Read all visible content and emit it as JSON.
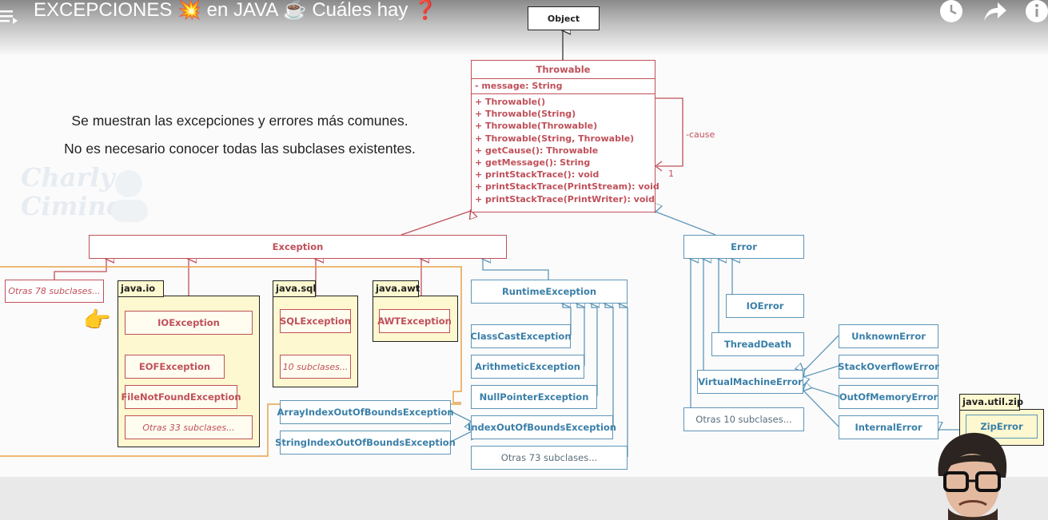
{
  "video": {
    "title": "EXCEPCIONES 💥 en JAVA ☕ Cuáles hay ❓",
    "icons": [
      "menu-icon",
      "clock-icon",
      "share-icon",
      "info-icon"
    ]
  },
  "intro": {
    "line1": "Se muestran las excepciones y errores más comunes.",
    "line2": "No es necesario conocer todas las subclases existentes."
  },
  "watermark": {
    "line1": "Charly",
    "line2": "Cimino"
  },
  "diagram": {
    "object": "Object",
    "throwable": {
      "name": "Throwable",
      "attribute": "- message: String",
      "methods": [
        "+ Throwable()",
        "+ Throwable(String)",
        "+ Throwable(Throwable)",
        "+ Throwable(String, Throwable)",
        "+ getCause(): Throwable",
        "+ getMessage(): String",
        "+ printStackTrace(): void",
        "+ printStackTrace(PrintStream): void",
        "+ printStackTrace(PrintWriter): void"
      ],
      "self_assoc_label": "-cause",
      "self_assoc_mult": "1"
    },
    "exception": "Exception",
    "other78": "Otras 78 subclases...",
    "java_io": {
      "tab": "java.io",
      "io_exception": "IOException",
      "eof": "EOFException",
      "fnf": "FileNotFoundException",
      "other33": "Otras 33 subclases..."
    },
    "java_sql": {
      "tab": "java.sql",
      "sql_exception": "SQLException",
      "sub10": "10 subclases..."
    },
    "java_awt": {
      "tab": "java.awt",
      "awt_exception": "AWTException"
    },
    "runtime": {
      "name": "RuntimeException",
      "classcast": "ClassCastException",
      "arithmetic": "ArithmeticException",
      "nullpointer": "NullPointerException",
      "indexoob": "IndexOutOfBoundsException",
      "other73": "Otras 73 subclases...",
      "array_ioob": "ArrayIndexOutOfBoundsException",
      "string_ioob": "StringIndexOutOfBoundsException"
    },
    "error": {
      "name": "Error",
      "ioerror": "IOError",
      "threaddeath": "ThreadDeath",
      "vme": "VirtualMachineError",
      "other10": "Otras 10 subclases...",
      "unknown": "UnknownError",
      "stackoverflow": "StackOverflowError",
      "outofmemory": "OutOfMemoryError",
      "internal": "InternalError",
      "zip_tab": "java.util.zip",
      "zip": "ZipError"
    }
  }
}
